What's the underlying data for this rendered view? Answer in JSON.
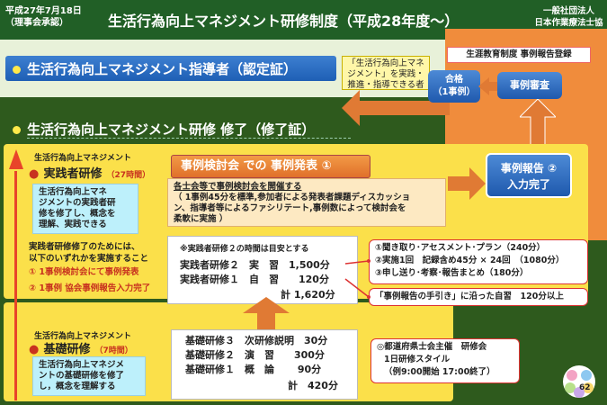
{
  "header": {
    "date_line1": "平成27年7月18日",
    "date_line2": "（理事会承認）",
    "title": "生活行為向上マネジメント研修制度（平成28年度～）",
    "org_line1": "一般社団法人",
    "org_line2": "日本作業療法士協会"
  },
  "leader": {
    "label": "生活行為向上マネジメント指導者（認定証）",
    "note_line1": "「生活行為向上マネ",
    "note_line2": "ジメント」を実践・",
    "note_line3": "推進・指導できる者"
  },
  "registration": {
    "label": "生涯教育制度 事例報告登録",
    "pass_line1": "合格",
    "pass_line2": "（1事例）",
    "review": "事例審査",
    "report_line1": "事例報告 ②",
    "report_line2": "入力完了"
  },
  "completion": {
    "label": "生活行為向上マネジメント研修 修了（修了証）"
  },
  "practitioner": {
    "small": "生活行為向上マネジメント",
    "title": "実践者研修",
    "hours": "（27時間）",
    "desc_line1": "生活行為向上マネ",
    "desc_line2": "ジメントの実践者研",
    "desc_line3": "修を修了し、概念を",
    "desc_line4": "理解、実践できる",
    "cond_line1": "実践者研修修了のためには、",
    "cond_line2": "以下のいずれかを実施すること",
    "cond_item1": "① 1事例検討会にて事例発表",
    "cond_item2": "② 1事例 協会事例報告入力完了",
    "case_button": "事例検討会 での 事例発表 ①",
    "case_heading": "各士会等で事例検討会を開催する",
    "case_line1": "（ 1事例45分を標準,参加者による発表者課題ディスカッショ",
    "case_line2": "ン、指導者等によるファシリテート,事例数によって検討会を",
    "case_line3": "柔軟に実施 ）",
    "note": "※実践者研修２の時間は目安とする",
    "row1": "実践者研修２　実　習　1,500分",
    "row2": "実践者研修１　自　習　　120分",
    "total": "計 1,620分",
    "detail1": "①聞き取り･アセスメント･プラン（240分）",
    "detail2": "②実施1回　記録含め45分 × 24回　（1080分）",
    "detail3": "③申し送り･考察･報告まとめ（180分）",
    "self_study": "「事例報告の手引き」に沿った自習　120分以上"
  },
  "basic": {
    "small": "生活行為向上マネジメント",
    "title": "基礎研修",
    "hours": "（7時間）",
    "desc_line1": "生活行為向上マネジメ",
    "desc_line2": "ントの基礎研修を修了",
    "desc_line3": "し，概念を理解する",
    "row1": "基礎研修３　次研修説明　30分",
    "row2": "基礎研修２　演　習　　300分",
    "row3": "基礎研修１　概　論　　 90分",
    "total": "計　420分",
    "host_line1": "◎都道府県士会主催　研修会",
    "host_line2": "1日研修スタイル",
    "host_line3": "（例9:00開始 17:00終了）"
  },
  "page_number": "62",
  "colors": {
    "header_green": "#215f26",
    "accent_orange": "#f08c3c",
    "accent_yellow": "#fbe04a",
    "accent_blue": "#1e5fb5"
  }
}
